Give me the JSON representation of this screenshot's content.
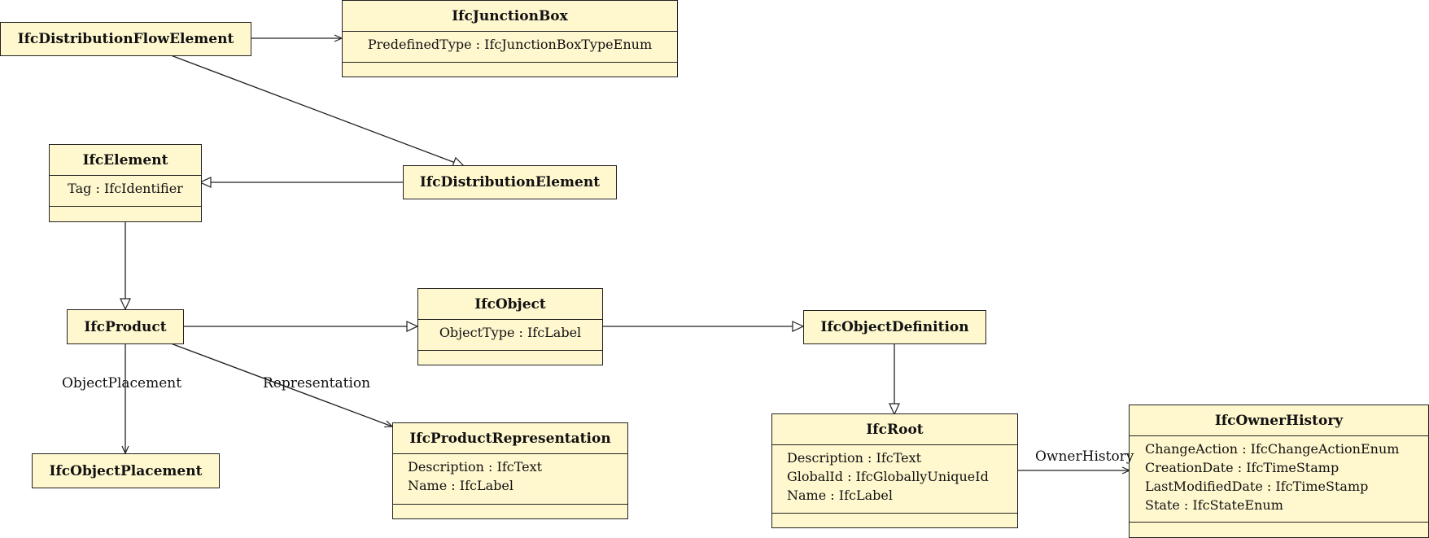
{
  "classes": {
    "distribution_flow_element": {
      "name": "IfcDistributionFlowElement"
    },
    "junction_box": {
      "name": "IfcJunctionBox",
      "attributes": [
        "PredefinedType : IfcJunctionBoxTypeEnum"
      ]
    },
    "element": {
      "name": "IfcElement",
      "attributes": [
        "Tag : IfcIdentifier"
      ]
    },
    "distribution_element": {
      "name": "IfcDistributionElement"
    },
    "product": {
      "name": "IfcProduct"
    },
    "object": {
      "name": "IfcObject",
      "attributes": [
        "ObjectType : IfcLabel"
      ]
    },
    "object_definition": {
      "name": "IfcObjectDefinition"
    },
    "object_placement": {
      "name": "IfcObjectPlacement"
    },
    "product_representation": {
      "name": "IfcProductRepresentation",
      "attributes": [
        "Description : IfcText",
        "Name : IfcLabel"
      ]
    },
    "root": {
      "name": "IfcRoot",
      "attributes": [
        "Description : IfcText",
        "GlobalId : IfcGloballyUniqueId",
        "Name : IfcLabel"
      ]
    },
    "owner_history": {
      "name": "IfcOwnerHistory",
      "attributes": [
        "ChangeAction : IfcChangeActionEnum",
        "CreationDate : IfcTimeStamp",
        "LastModifiedDate : IfcTimeStamp",
        "State : IfcStateEnum"
      ]
    }
  },
  "associations": {
    "object_placement": "ObjectPlacement",
    "representation": "Representation",
    "owner_history": "OwnerHistory"
  },
  "colors": {
    "class_fill": "#fff8cf",
    "line": "#222222"
  }
}
